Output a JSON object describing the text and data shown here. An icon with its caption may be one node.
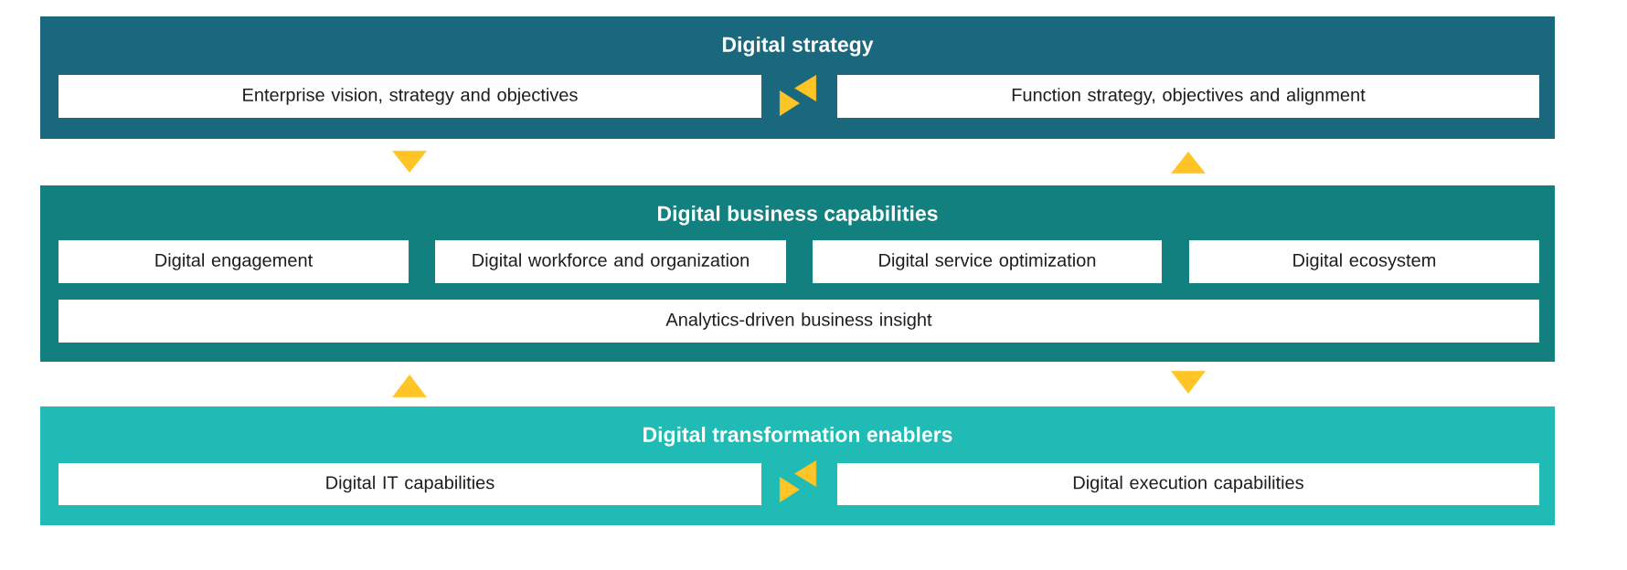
{
  "diagram": {
    "nodes": [
      {
        "text": [
          "Digital strategy"
        ]
      },
      {
        "text": [
          "Enterprise vision, strategy and objectives"
        ],
        "in": 0
      },
      {
        "text": [
          "Function strategy, objectives and alignment"
        ],
        "in": 0
      },
      {
        "text": [
          "Digital business capabilities"
        ]
      },
      {
        "text": [
          "Digital engagement"
        ],
        "in": 3
      },
      {
        "text": [
          "Digital workforce and organization"
        ],
        "in": 3
      },
      {
        "text": [
          "Digital service optimization"
        ],
        "in": 3
      },
      {
        "text": [
          "Digital ecosystem"
        ],
        "in": 3
      },
      {
        "text": [
          "Analytics-driven business insight"
        ],
        "in": 3
      },
      {
        "text": [
          "Digital transformation enablers"
        ]
      },
      {
        "text": [
          "Digital IT capabilities"
        ],
        "in": 9
      },
      {
        "text": [
          "Digital execution capabilities"
        ],
        "in": 9
      }
    ],
    "edges": [
      {
        "from": 1,
        "to": 2,
        "arrow": "to"
      },
      {
        "from": 2,
        "to": 1,
        "arrow": "to"
      },
      {
        "from": 0,
        "to": 3,
        "arrow": "to"
      },
      {
        "from": 3,
        "to": 0,
        "arrow": "to"
      },
      {
        "from": 9,
        "to": 3,
        "arrow": "to"
      },
      {
        "from": 3,
        "to": 9,
        "arrow": "to"
      },
      {
        "from": 10,
        "to": 11,
        "arrow": "to"
      },
      {
        "from": 11,
        "to": 10,
        "arrow": "to"
      }
    ]
  }
}
